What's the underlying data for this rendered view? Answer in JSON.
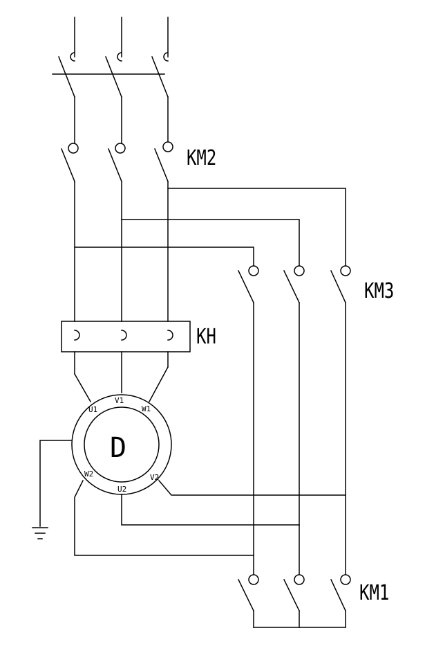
{
  "diagram": {
    "labels": {
      "km2": "KM2",
      "km3": "KM3",
      "kh": "KH",
      "km1": "KM1",
      "motor": "D"
    },
    "terminals": {
      "u1": "U1",
      "v1": "V1",
      "w1": "W1",
      "w2": "W2",
      "u2": "U2",
      "v2": "V2"
    }
  }
}
